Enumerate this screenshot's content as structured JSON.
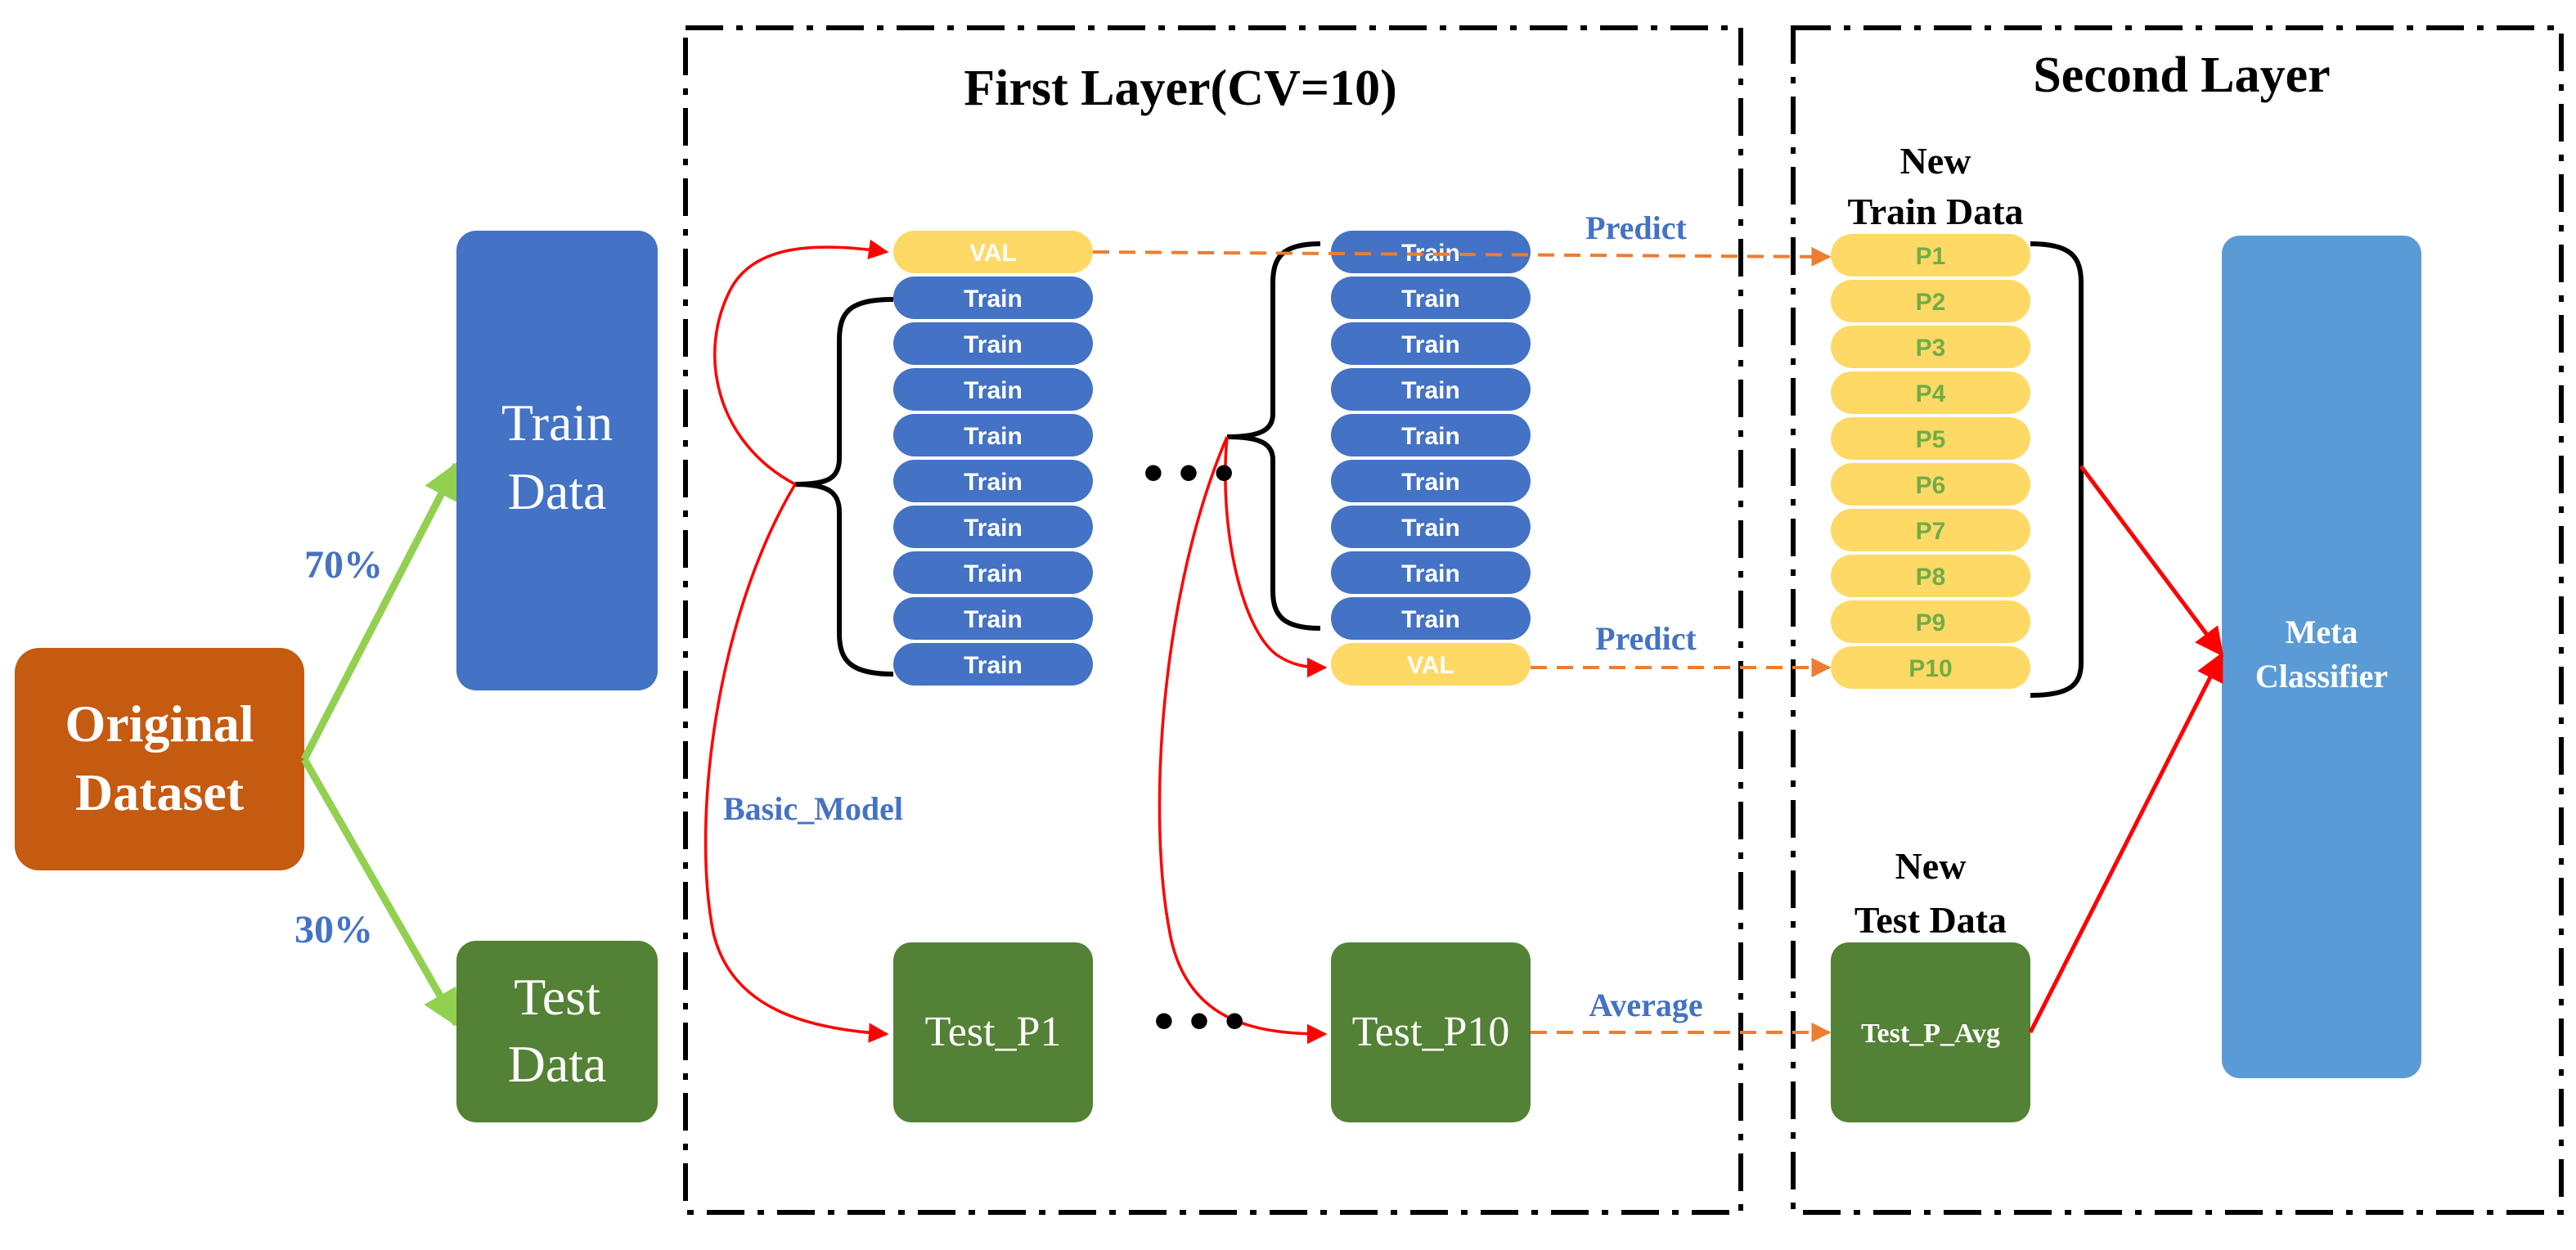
{
  "colors": {
    "orange": "#C55A11",
    "blue": "#4472C4",
    "green": "#538135",
    "yellow": "#FFD966",
    "meta_blue": "#5B9BD5",
    "label_blue": "#4472C4",
    "red": "#FF0000",
    "arrow_orange": "#F4B183",
    "arrow_green": "#92D050",
    "p_text": "#70AD47"
  },
  "original": {
    "line1": "Original",
    "line2": "Dataset"
  },
  "split": {
    "train_pct": "70%",
    "test_pct": "30%"
  },
  "train_data": {
    "line1": "Train",
    "line2": "Data"
  },
  "test_data": {
    "line1": "Test",
    "line2": "Data"
  },
  "first_layer": {
    "title": "First Layer(CV=10)",
    "val_label": "VAL",
    "train_label": "Train",
    "fold_count": 10,
    "basic_model_label": "Basic_Model",
    "ellipsis": "• • •",
    "test_p1": "Test_P1",
    "test_p10": "Test_P10",
    "predict_top": "Predict",
    "predict_bottom": "Predict",
    "average": "Average"
  },
  "second_layer": {
    "title": "Second Layer",
    "new_train_line1": "New",
    "new_train_line2": "Train Data",
    "p_items": [
      "P1",
      "P2",
      "P3",
      "P4",
      "P5",
      "P6",
      "P7",
      "P8",
      "P9",
      "P10"
    ],
    "new_test_line1": "New",
    "new_test_line2": "Test Data",
    "test_p_avg": "Test_P_Avg",
    "meta_line1": "Meta",
    "meta_line2": "Classifier"
  }
}
